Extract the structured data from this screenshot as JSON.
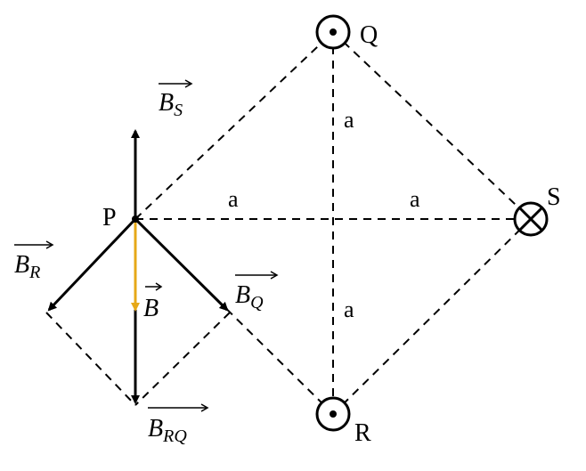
{
  "points": {
    "P": "P",
    "Q": "Q",
    "R": "R",
    "S": "S"
  },
  "distances": {
    "PO": "a",
    "OS": "a",
    "QO": "a",
    "OR": "a"
  },
  "vectors": {
    "BS": {
      "base": "B",
      "sub": "S"
    },
    "BR": {
      "base": "B",
      "sub": "R"
    },
    "BQ": {
      "base": "B",
      "sub": "Q"
    },
    "BRQ": {
      "base": "B",
      "sub": "RQ"
    },
    "B": {
      "base": "B"
    }
  },
  "wires": {
    "Q": "out-of-page",
    "R": "out-of-page",
    "S": "into-page"
  },
  "colors": {
    "line": "#000000",
    "resultant": "#e6a817"
  }
}
